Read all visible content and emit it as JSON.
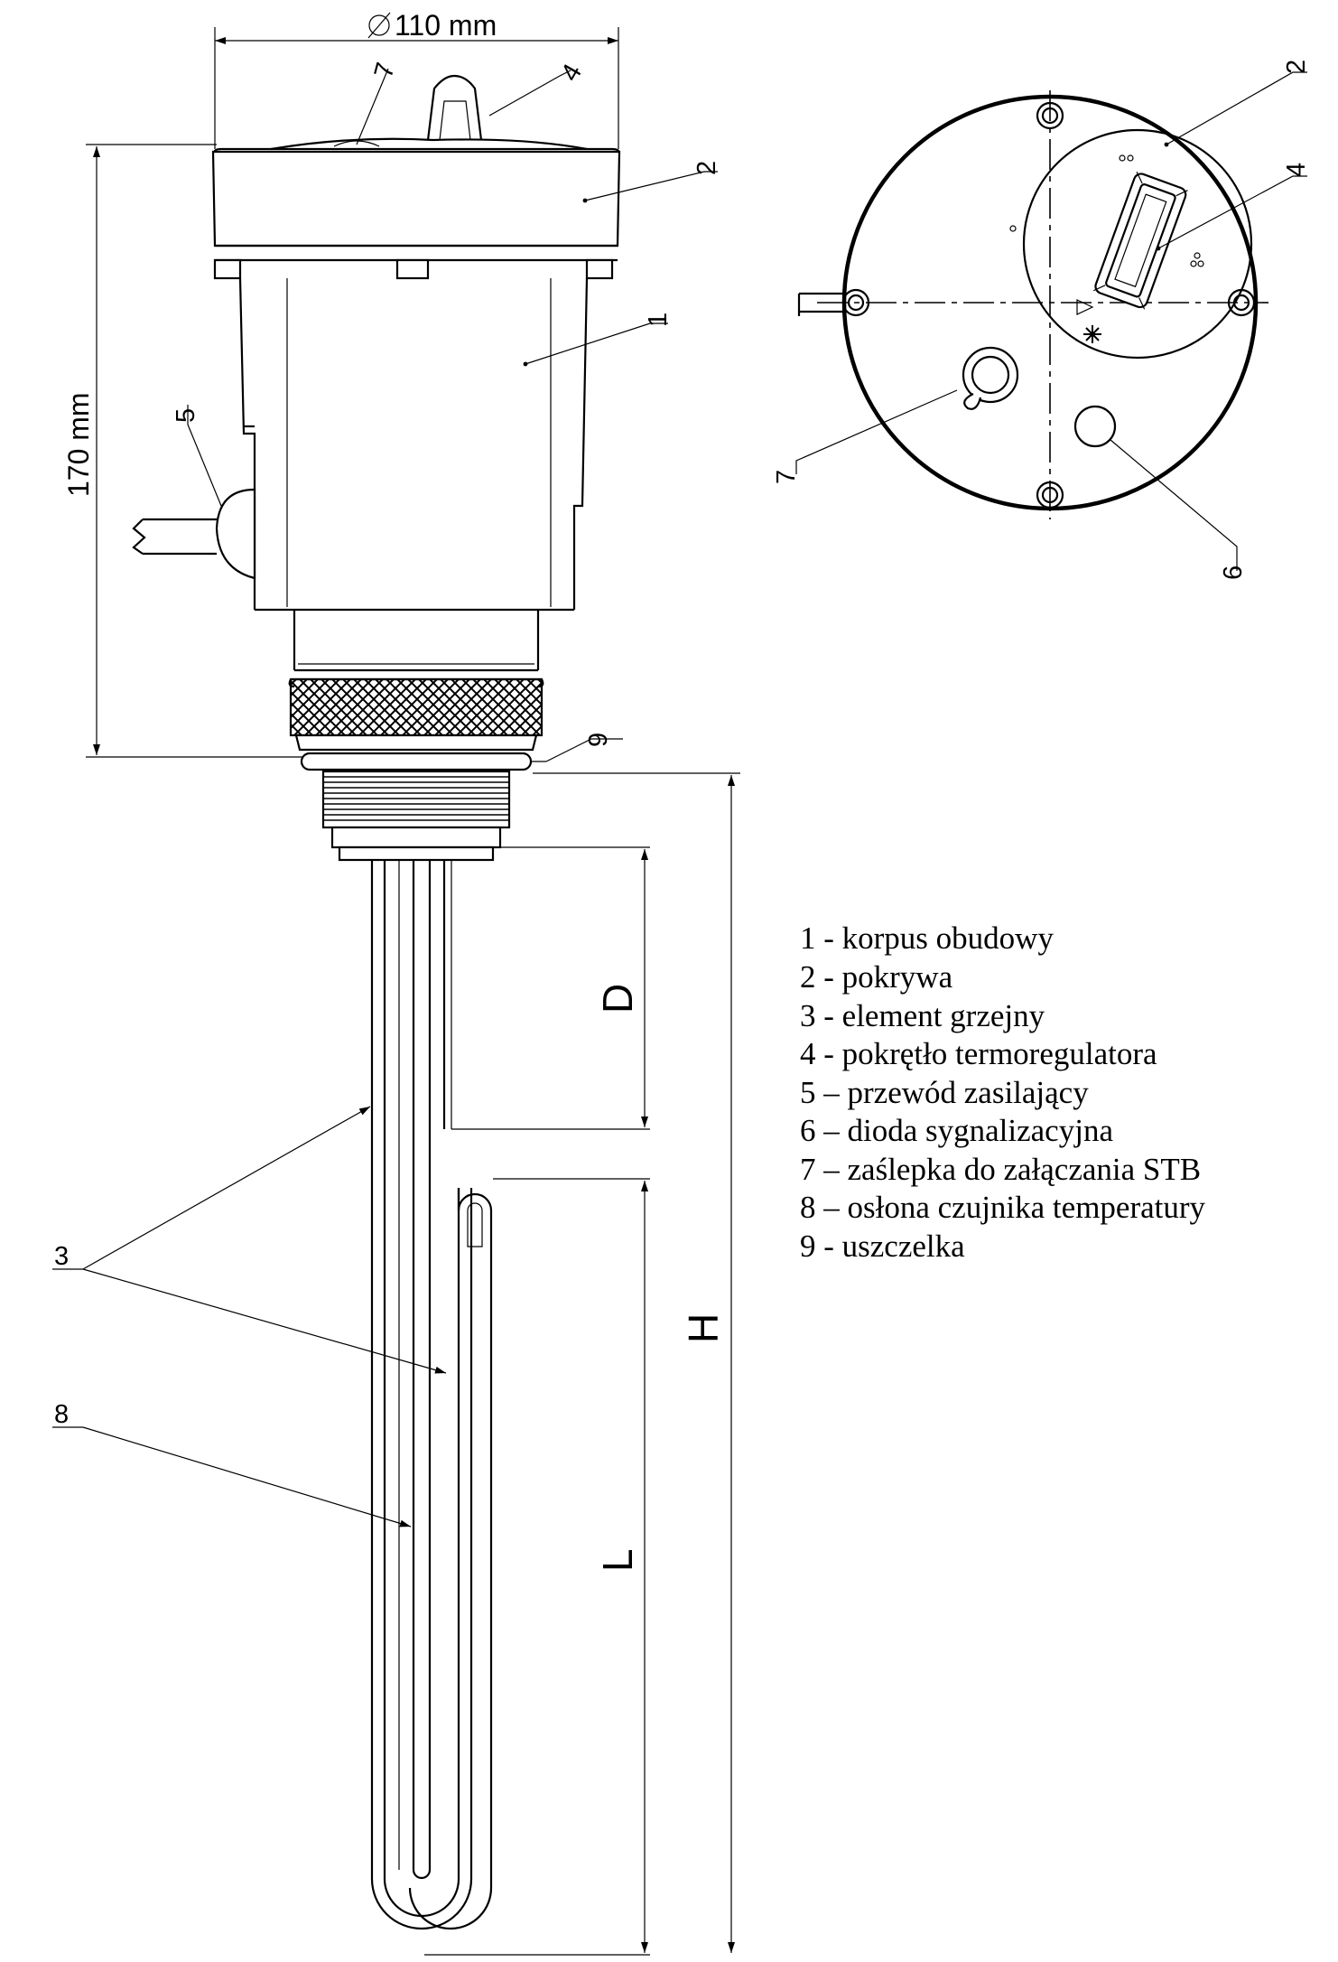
{
  "dimensions": {
    "diameter": "110 mm",
    "height": "170 mm",
    "d_label": "D",
    "l_label": "L",
    "h_label": "H"
  },
  "callouts": {
    "c1": "1",
    "c2": "2",
    "c3": "3",
    "c4": "4",
    "c5": "5",
    "c6": "6",
    "c7": "7",
    "c8": "8",
    "c9": "9"
  },
  "legend": [
    "1 - korpus obudowy",
    "2 - pokrywa",
    "3 - element grzejny",
    "4 - pokrętło termoregulatora",
    "5 – przewód zasilający",
    "6 – dioda sygnalizacyjna",
    "7 – zaślepka do załączania STB",
    "8 – osłona czujnika temperatury",
    "9 - uszczelka"
  ]
}
